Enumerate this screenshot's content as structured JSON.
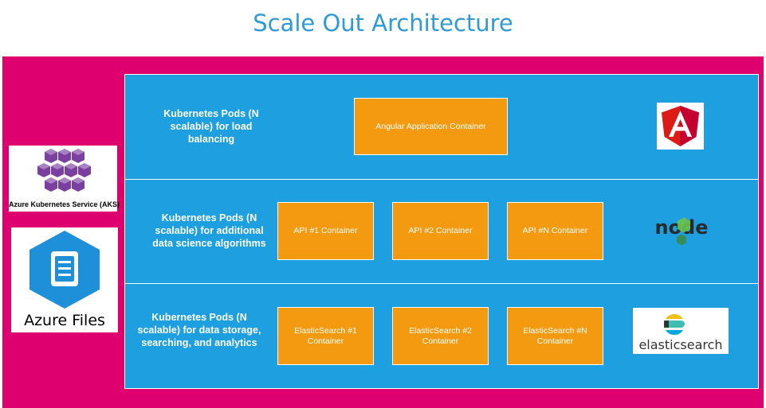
{
  "title": "Scale Out Architecture",
  "rows": [
    {
      "label": "Kubernetes Pods (N scalable) for load balancing",
      "containers": [
        "Angular Application Container"
      ],
      "logo": "angular-logo"
    },
    {
      "label": "Kubernetes Pods (N scalable) for additional data science algorithms",
      "containers": [
        "API #1 Container",
        "API #2 Container",
        "API #N Container"
      ],
      "logo": "node-logo"
    },
    {
      "label": "Kubernetes Pods (N scalable) for data storage, searching, and analytics",
      "containers": [
        "ElasticSearch #1 Container",
        "ElasticSearch #2 Container",
        "ElasticSearch #N Container"
      ],
      "logo": "elasticsearch-logo"
    }
  ],
  "logos": {
    "aks": "Azure Kubernetes Service (AKS)",
    "azure_files": "Azure Files",
    "elasticsearch": "elasticsearch",
    "node": "node"
  },
  "colors": {
    "title": "#2e9ad8",
    "outer_background": "#de006f",
    "panel": "#1e9fe0",
    "container": "#f39a10",
    "aks_purple": "#7b3fa0",
    "azure_files_blue": "#1e8fd9",
    "angular_red": "#dd1b16"
  }
}
